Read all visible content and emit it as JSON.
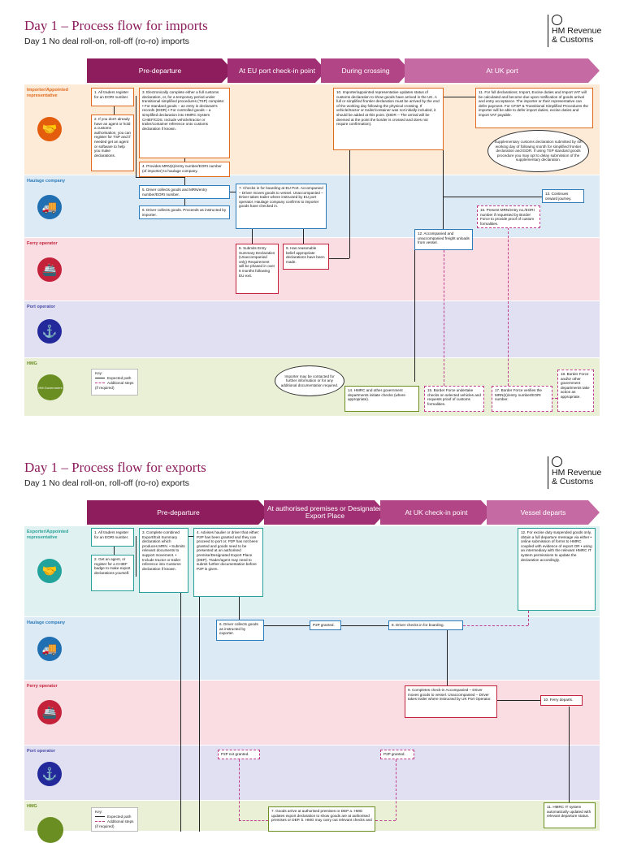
{
  "imports": {
    "title": "Day 1 – Process flow for imports",
    "subtitle": "Day 1 No deal roll-on, roll-off (ro-ro) imports",
    "logo_line1": "HM Revenue",
    "logo_line2": "& Customs",
    "phases": [
      "Pre-departure",
      "At EU port check-in point",
      "During crossing",
      "At UK port"
    ],
    "lanes": [
      "Importer/Appointed representative",
      "Haulage company",
      "Ferry operator",
      "Port operator",
      "HMG"
    ],
    "key": {
      "title": "Key:",
      "expected": "Expected path",
      "additional": "Additional steps (if required)"
    },
    "hmg_logo_text": "HM Government",
    "steps": {
      "s1": "1. All traders register for an EORI number.",
      "s2": "2. If you don't already have an agent or hold a customs authorisation, you can register for TSP and if needed get an agent or software to help you make declarations.",
      "s3": "3. Electronically complete either a full customs declaration, or, for a temporary period under transitional simplified procedures (TSP) complete: • For standard goods – an entry in declarant's records (EIDR) • For controlled goods – a simplified declaration into HMRC System CHIEF/CDS. Include vehicle/tractor or trailer/container reference onto customs declaration if known.",
      "s4": "4. Provides MRN(s)/entry number/EORI number (of importer) to haulage company.",
      "s5": "5. Driver collects goods and MRN/entry number/EORI number.",
      "s6": "6. Driver collects goods. Proceeds as instructed by importer.",
      "s7": "7. Checks in for boarding at EU Port. Accompanied – Driver moves goods to vessel. Unaccompanied – Driver takes trailer where instructed by EU port operator. Haulage company confirms to importer goods have checked in.",
      "s8": "8. Submits Entry Summary Declaration (Unaccompanied only) Requirement will be phased in over 6 months following EU exit.",
      "s9": "9. Has reasonable belief appropriate declarations have been made.",
      "s10": "10. Importer/appointed representative updates status of customs declaration to show goods have arrived in the UK. A full or simplified frontier declaration must be arrived by the end of the working day following the physical crossing. If vehicle/tractor or trailer/container was not initially included, it should be added at this point. (EIDR – The arrival will be deemed at the point the border is crossed and does not require confirmation).",
      "s11": "11. For full declarations; Import, Excise duties and Import VAT will be calculated and become due upon notification of goods arrival and entry acceptance. The importer or their representative can defer payment. For CFSP & Transitional Simplified Procedures the importer will be able to defer import duties, excise duties and import VAT payable.",
      "s11b": "Supplementary customs declaration submitted by 4th working day of following month for simplified frontier declaration and EIDR. If using TSP standard goods procedure you may opt to delay submission of the supplementary declaration.",
      "s12": "12. Accompanied and unaccompanied freight unloads from vessel.",
      "s13": "13. Continues onward journey.",
      "s14": "14. HMRC and other government departments initiate checks (where appropriate).",
      "s15": "15. Border Force undertake checks on selected vehicles and requests proof of customs formalities.",
      "s16": "16. Present MRN/entry no./EORI number if requested by Border Force to provide proof of custom formalities.",
      "s17": "17. Border Force verifies the MRN(s)/entry number/EORI number.",
      "s18": "18. Border Force and/or other government departments take action as appropriate.",
      "oval": "Importer may be contacted for further information or for any additional documentation required."
    }
  },
  "exports": {
    "title": "Day 1 – Process flow for exports",
    "subtitle": "Day 1 No deal roll-on, roll-off (ro-ro) exports",
    "logo_line1": "HM Revenue",
    "logo_line2": "& Customs",
    "phases": [
      "Pre-departure",
      "At authorised premises or Designated Export Place",
      "At UK check-in point",
      "Vessel departs"
    ],
    "lanes": [
      "Exporter/Appointed representative",
      "Haulage company",
      "Ferry operator",
      "Port operator",
      "HMG"
    ],
    "key": {
      "title": "Key:",
      "expected": "Expected path",
      "additional": "Additional steps (if required)"
    },
    "steps": {
      "e1": "1. All traders register for an EORI number.",
      "e2": "2. Get an agent, or register for a CHIEF badge to make export declarations yourself.",
      "e3": "3. Complete combined Export/Exit Summary declaration which produces MRN. • Submits relevant documents to support movement. • Include tractor or trailer reference into Customs declaration if known.",
      "e4": "4. Advises haulier or driver that either; P2P has been granted and they can proceed to port or; P2P has not been granted and goods need to be presented at an authorised premise/Designated Export Place (DEP). Trader/agent may need to submit further documentation before P2P is given.",
      "e6": "6. Driver collects goods as instructed by exporter.",
      "p2p_a": "P2P granted.",
      "e8": "8. Driver checks in for boarding.",
      "e9": "9. Completes check-in Accompanied – Driver moves goods to vessel. Unaccompanied – Driver takes trailer where instructed by UK Port Operator.",
      "e10": "10. Ferry departs.",
      "p2p_b": "P2P not granted.",
      "p2p_c": "P2P granted.",
      "e7": "7. Goods arrive at authorised premises or DEP a. HMG updates export declaration to show goods are at authorised premises or DEP. b. HMG may carry out relevant checks and",
      "e11": "11. HMRC IT system automatically updated with relevant departure status.",
      "e12": "12. For excise duty suspended goods only, obtain a full departure message via either • online submission of forms to HMRC coupled with evidence of export OR • using an intermediary with the relevant HMRC IT system permissions to update the declaration accordingly."
    }
  },
  "colors": {
    "brand": "#8d1d5d",
    "importer_lane": "#fdebd8",
    "haulage_lane": "#dceaf6",
    "ferry_lane": "#f9dde2",
    "port_lane": "#e0e0f2",
    "hmg_lane": "#eaf0d6",
    "exporter_lane": "#dff2f1"
  }
}
